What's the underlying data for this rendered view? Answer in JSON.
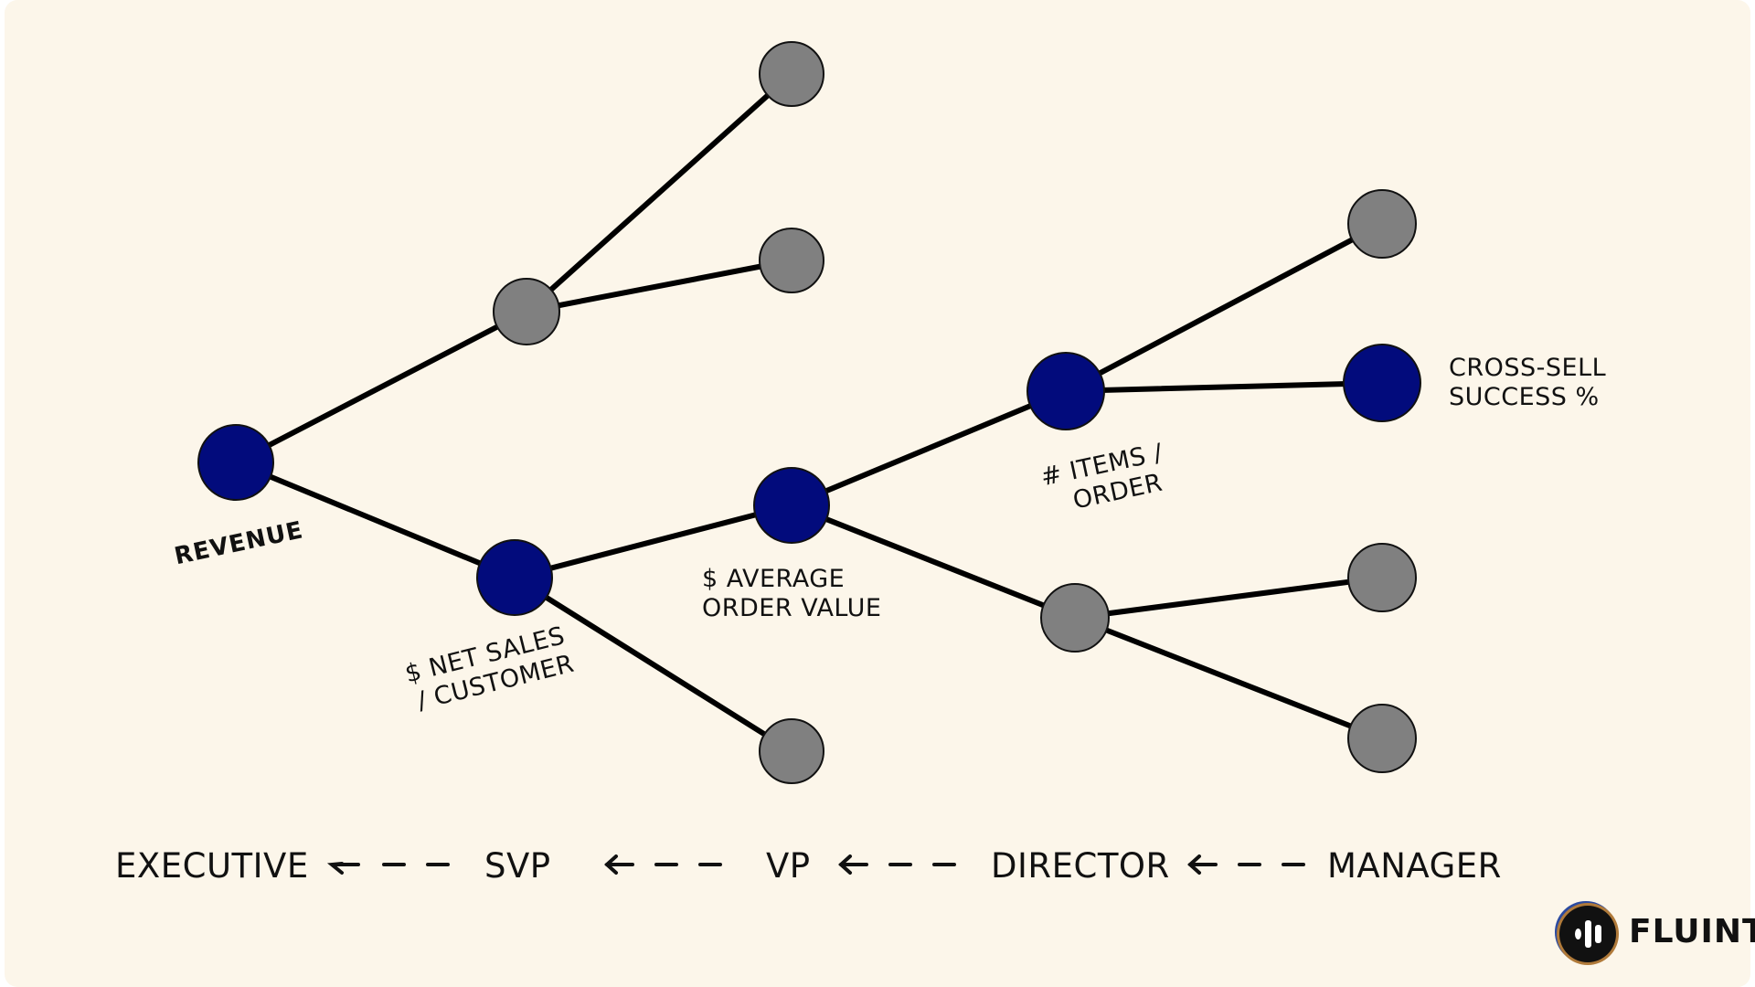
{
  "diagram": {
    "labels": {
      "revenue": "REVENUE",
      "net_sales_line1": "$ NET SALES",
      "net_sales_line2": "/ CUSTOMER",
      "aov_line1": "$ AVERAGE",
      "aov_line2": "ORDER VALUE",
      "items_line1": "# ITEMS /",
      "items_line2": "ORDER",
      "cross_sell_line1": "CROSS-SELL",
      "cross_sell_line2": "SUCCESS %"
    },
    "levels": [
      "EXECUTIVE",
      "SVP",
      "VP",
      "DIRECTOR",
      "MANAGER"
    ],
    "colors": {
      "highlighted_node": "#020b7c",
      "other_node": "#808080",
      "edge": "#000000",
      "background": "#fcf6ea"
    }
  },
  "brand": {
    "name": "FLUINT"
  }
}
